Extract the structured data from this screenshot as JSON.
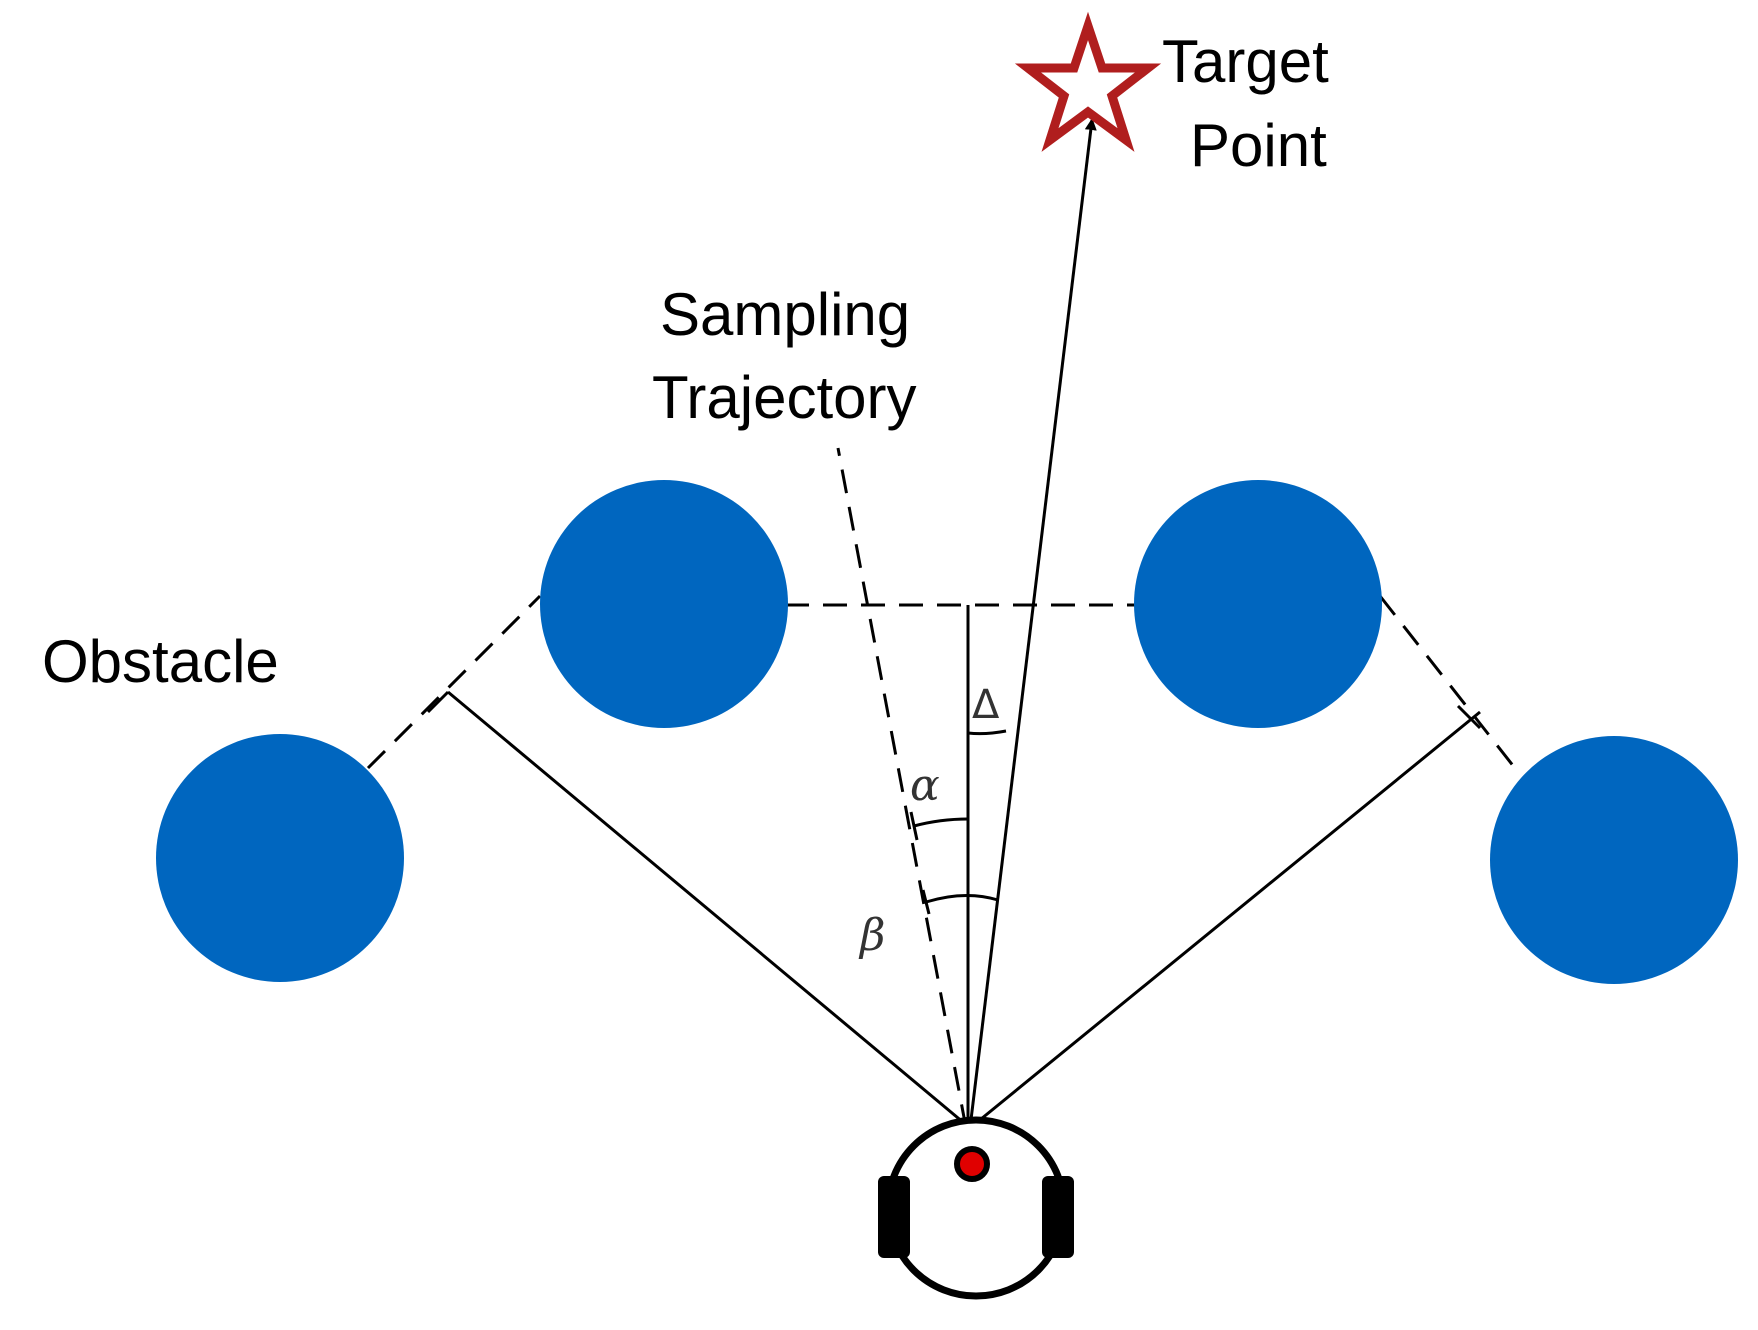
{
  "labels": {
    "target_line1": "Target",
    "target_line2": "Point",
    "sampling_line1": "Sampling",
    "sampling_line2": "Trajectory",
    "obstacle": "Obstacle",
    "alpha": "α",
    "beta": "β",
    "delta": "Δ"
  },
  "colors": {
    "obstacle": "#0066bf",
    "target_star": "#b01e1e",
    "robot_sensor": "#e00000",
    "line": "#000000"
  },
  "icons": {
    "target": "star-outline-icon",
    "robot": "robot-topview-icon"
  }
}
